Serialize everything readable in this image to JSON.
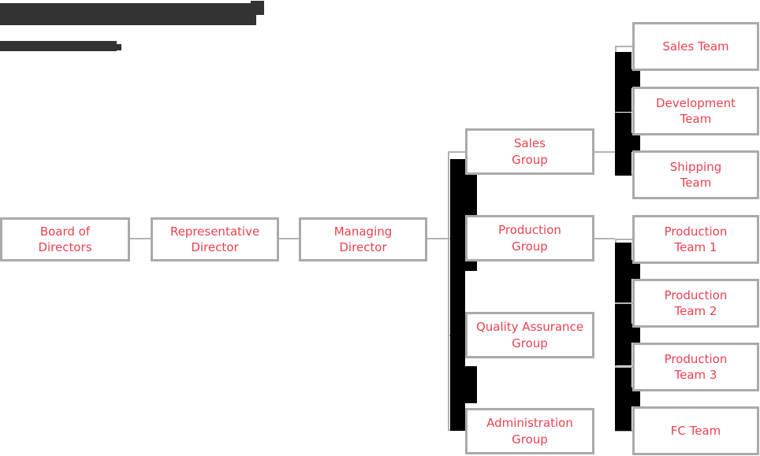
{
  "header": {
    "title_redacted": true,
    "subtitle_redacted": true,
    "redaction_color": "#333333"
  },
  "theme": {
    "node_text_color": "#e8424f",
    "node_border_color": "#aaaaaa",
    "node_fill_color": "#ffffff",
    "connector_color": "#b3b3b3",
    "redaction_bar_color": "#000000",
    "background": "#ffffff"
  },
  "chart_data": {
    "type": "diagram",
    "title": "",
    "orientation": "left-to-right",
    "levels": [
      {
        "level": 1,
        "nodes": [
          {
            "id": "board",
            "label_lines": [
              "Board of",
              "Directors"
            ]
          }
        ]
      },
      {
        "level": 2,
        "nodes": [
          {
            "id": "rep-director",
            "label_lines": [
              "Representative",
              "Director"
            ]
          }
        ]
      },
      {
        "level": 3,
        "nodes": [
          {
            "id": "managing-director",
            "label_lines": [
              "Managing",
              "Director"
            ]
          }
        ]
      },
      {
        "level": 4,
        "nodes": [
          {
            "id": "sales-group",
            "label_lines": [
              "Sales",
              "Group"
            ]
          },
          {
            "id": "production-group",
            "label_lines": [
              "Production",
              "Group"
            ]
          },
          {
            "id": "qa-group",
            "label_lines": [
              "Quality Assurance",
              "Group"
            ]
          },
          {
            "id": "administration-group",
            "label_lines": [
              "Administration",
              "Group"
            ]
          }
        ]
      },
      {
        "level": 5,
        "nodes": [
          {
            "id": "sales-team",
            "label_lines": [
              "Sales Team"
            ]
          },
          {
            "id": "development-team",
            "label_lines": [
              "Development",
              "Team"
            ]
          },
          {
            "id": "shipping-team",
            "label_lines": [
              "Shipping",
              "Team"
            ]
          },
          {
            "id": "production-team-1",
            "label_lines": [
              "Production",
              "Team 1"
            ]
          },
          {
            "id": "production-team-2",
            "label_lines": [
              "Production",
              "Team 2"
            ]
          },
          {
            "id": "production-team-3",
            "label_lines": [
              "Production",
              "Team 3"
            ]
          },
          {
            "id": "fc-team",
            "label_lines": [
              "FC Team"
            ]
          }
        ]
      }
    ],
    "edges": [
      {
        "from": "board",
        "to": "rep-director"
      },
      {
        "from": "rep-director",
        "to": "managing-director"
      },
      {
        "from": "managing-director",
        "to": "sales-group"
      },
      {
        "from": "managing-director",
        "to": "production-group"
      },
      {
        "from": "managing-director",
        "to": "qa-group"
      },
      {
        "from": "managing-director",
        "to": "administration-group"
      },
      {
        "from": "sales-group",
        "to": "sales-team"
      },
      {
        "from": "sales-group",
        "to": "development-team"
      },
      {
        "from": "sales-group",
        "to": "shipping-team"
      },
      {
        "from": "production-group",
        "to": "production-team-1"
      },
      {
        "from": "production-group",
        "to": "production-team-2"
      },
      {
        "from": "production-group",
        "to": "production-team-3"
      },
      {
        "from": "production-group",
        "to": "fc-team"
      }
    ]
  },
  "nodes": {
    "board": {
      "line1": "Board of",
      "line2": "Directors"
    },
    "rep_director": {
      "line1": "Representative",
      "line2": "Director"
    },
    "managing_director": {
      "line1": "Managing",
      "line2": "Director"
    },
    "sales_group": {
      "line1": "Sales",
      "line2": "Group"
    },
    "production_group": {
      "line1": "Production",
      "line2": "Group"
    },
    "qa_group": {
      "line1": "Quality Assurance",
      "line2": "Group"
    },
    "administration_group": {
      "line1": "Administration",
      "line2": "Group"
    },
    "sales_team": {
      "line1": "Sales Team",
      "line2": ""
    },
    "development_team": {
      "line1": "Development",
      "line2": "Team"
    },
    "shipping_team": {
      "line1": "Shipping",
      "line2": "Team"
    },
    "production_team_1": {
      "line1": "Production",
      "line2": "Team 1"
    },
    "production_team_2": {
      "line1": "Production",
      "line2": "Team 2"
    },
    "production_team_3": {
      "line1": "Production",
      "line2": "Team 3"
    },
    "fc_team": {
      "line1": "FC Team",
      "line2": ""
    }
  }
}
